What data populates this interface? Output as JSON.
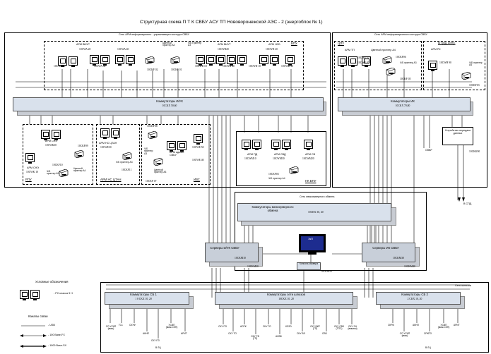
{
  "title": "Структурная схема П Т К СВБУ АСУ ТП Нововоронежской АЭС         - 2 (энергоблок №   1)",
  "zones": {
    "arm_net": "Сеть  АРМ информационно - управляющего контура СВБУ",
    "ik_net": "Сеть  АРМ информационного контура СВБУ",
    "interserver": "Сеть межсерверного обмена",
    "gateway": "Сеть шлюзов"
  },
  "groups": {
    "bpu": "БПУ",
    "rpu": "РПУ",
    "arm_ns_ctan": "АРМ НС ЦТАН",
    "ivs": "ИВС",
    "nk_bpu": "НК БПУ",
    "cpu": "ЦПУ",
    "bpu_ik": "БП руд. контр."
  },
  "pcs": {
    "arm_vuir": "АРМ ВИУР",
    "cwa20": "10CWA 20",
    "cwa10": "10CWA 10",
    "cwa40": "10CWA 40",
    "cwa30": "10CWA 30",
    "printer_a3_color": "Цветной принтер А3",
    "ckf02": "10CKF 02",
    "bw_a3": "Ч/Б Принтер А3",
    "ckf01": "10CKF 01",
    "arm_viut": "АРМ ВИУТ",
    "cwb20": "10CWB20",
    "cwb10": "10CWB 10",
    "cwb40": "10CWB 40",
    "arm_nsb": "АРМ НСБ",
    "cwd20": "10CWD 20",
    "cwd10": "10CWD 10",
    "cwd30": "10CWD 30",
    "arm_tp": "АРМ ТП",
    "cwe10": "10CWE 10",
    "cwe20": "10CWE 20",
    "color_a4": "Цветной принтер А4",
    "ckf06": "10CKF06",
    "bw_a3_ik": "Ч/Б принтер А3",
    "ckf05": "10CKF 05",
    "arm_rk": "АРМ РК",
    "cwh90": "10CWH 90",
    "bw_a4": "Ч/Б принтер А4",
    "ckf03": "10CKF03",
    "arm_snr": "АРМ СНЭ",
    "cwk30": "10CWK30",
    "ckf09": "10CKF09",
    "ckf10": "10CKF10",
    "arm_sne2": "АРМ СНЭ",
    "cwk10": "10CWK 10",
    "bw_a3_rpu": "Ч/Б принтер А3",
    "color_a4_rpu": "Цветной принтер А4",
    "arm_ns_ctan_pc": "АРМ НС ЦТАН",
    "cwe30": "10CWE30",
    "bw_a3_ctan": "Ч/Б принтер А3",
    "ckf11": "10CKF11",
    "ckf08": "10CKF08",
    "bw_a3_ivs": "Ч/Б принтер А3",
    "color_ivs": "Цветной принтер А3",
    "ckf07": "10CKF 07",
    "arm_admin": "АРМ админ. СВБУ",
    "cwe50": "10CWE 50",
    "cwe40": "10CWE 40",
    "arm_pd": "АРМ ПД",
    "cwm10": "10CWM10",
    "arm_svd": "АРМ СВД",
    "cwm30": "10CWM30",
    "arm_sv": "АРМ СВ",
    "cwm20": "10CWM20",
    "ckf04": "10CKF03",
    "bw_a4_nk": "Ч/Б принтер А4"
  },
  "switches": {
    "iuk": "Коммутаторы  И/УК",
    "iuk_id": "10CKX 50,60",
    "ik": "Коммутаторы  ИК",
    "ik_id": "10CKX 70,80",
    "inter": "Коммутаторы межсерверного обмена",
    "inter_id": "10CKX 30, 40",
    "gw_center": "Коммутаторы сети шлюзов",
    "gw_center_id": "10CKX 10, 20",
    "sb1": "Коммутаторы СБ   1",
    "sb1_id": "1 0 CKX 10, 20",
    "sb2": "Коммутаторы СБ   2",
    "sb2_id": "2 CKX 10, 20"
  },
  "servers": {
    "iuk": "Серверы  И/УК СВБУ",
    "iuk_id1": "10CKM10",
    "iuk_id2": "10CKM20",
    "ik": "Серверы  ИК СВБУ",
    "ik_id1": "10CKM30",
    "ik_id2": "10CKM40",
    "ezp": "ЭкП",
    "kvm": "Консоль сервера",
    "kvm_id": "10CKM50"
  },
  "transfer": {
    "label": "Устройство передачи данных",
    "id": "10CKK90",
    "ombp": "ОМВР",
    "to_spd": "В СПД"
  },
  "legend": {
    "title": "Условные обозначения",
    "pc": "- PC класса 3 Н",
    "channels": "Каналы связи",
    "usb": "- USB",
    "fx": "- 100 Base-FX",
    "sx": "- 1000 Base-SX"
  },
  "gw_labels_left": [
    "СО УСКП (вмш)",
    "ГС1",
    "СКУФ",
    "АКНП",
    "СКУ ПЗ",
    "УСВП (вмш-СКП)",
    "АРИТ"
  ],
  "gw_labels_mid": [
    "СКУ ПЗ",
    "СКУ ТО",
    "АСРК",
    "СКУ ТВ (ТП)",
    "СКУ ГО",
    "АСВБ",
    "КЭЗЭ",
    "СКУ ВЭ",
    "СКУ ВКР (ТП)",
    "СВБ",
    "СКУ СВБ (ТПС)",
    "СКУ ЭЧ (вмшвш)"
  ],
  "gw_labels_right": [
    "СКРВ",
    "СО УСКП (вмш)",
    "АКНП",
    "СРКПЗ",
    "УСВП (вмш-СКП)",
    "АРИТ"
  ],
  "gw_bottom": [
    "В ЛЦ",
    "В ЛЦ"
  ]
}
